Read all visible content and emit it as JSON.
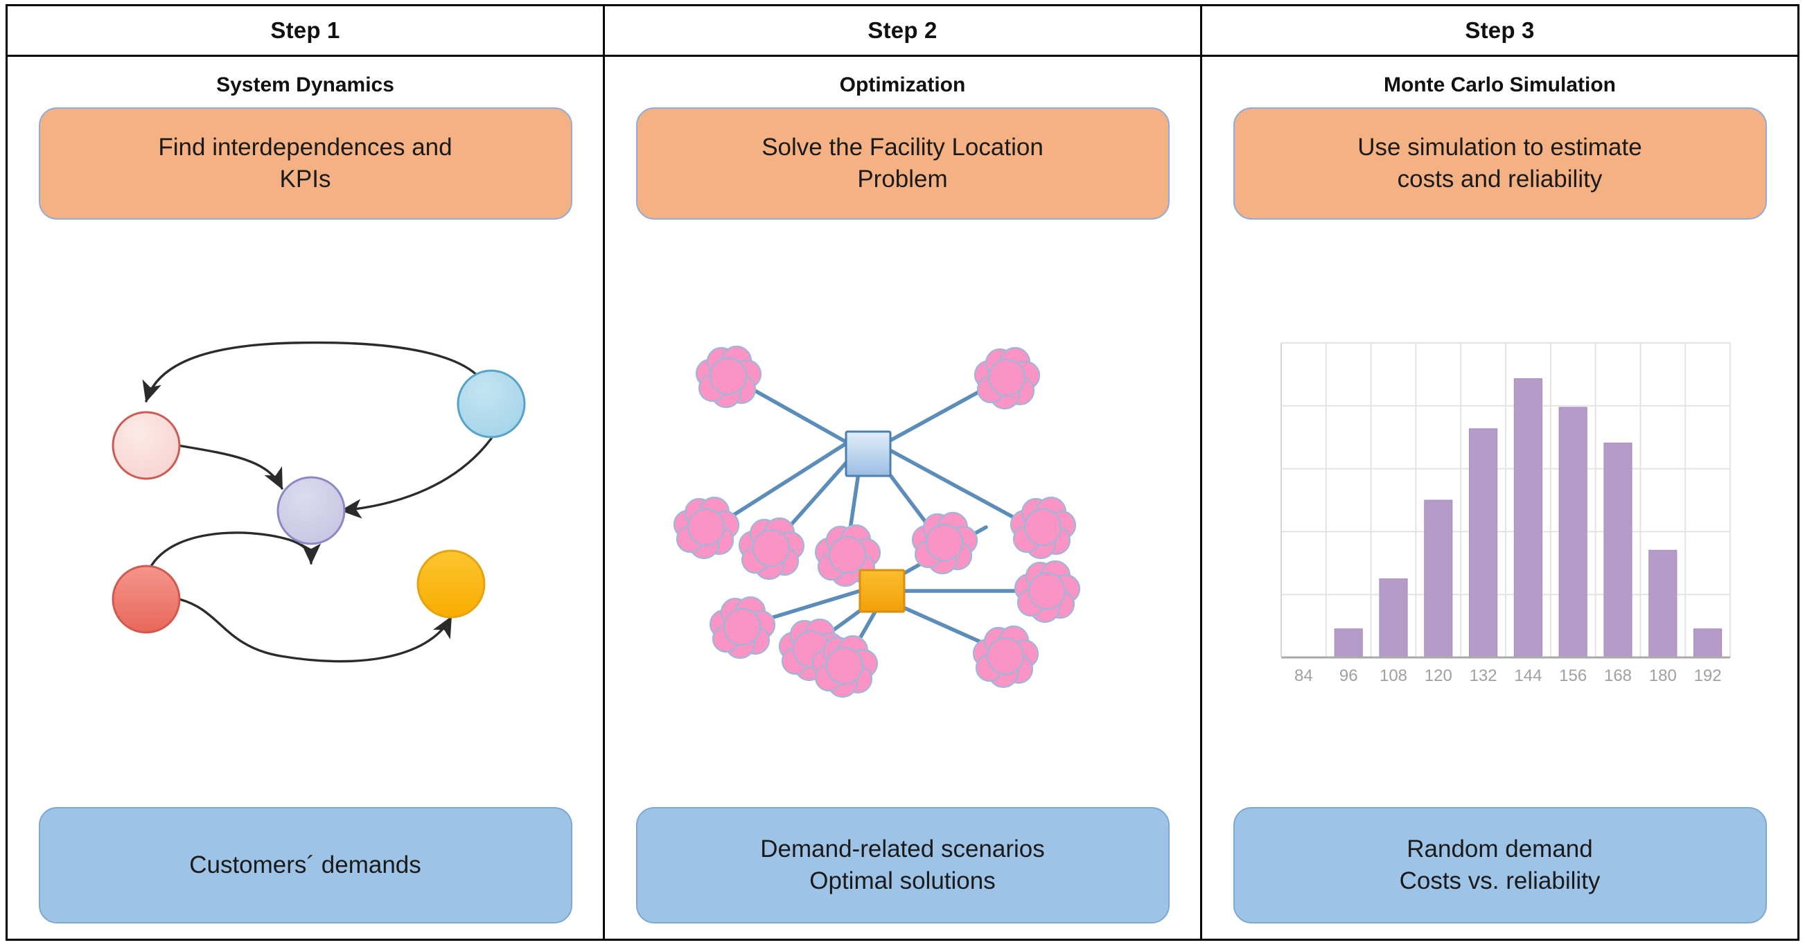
{
  "columns": [
    {
      "step_label": "Step 1",
      "subtitle": "System Dynamics",
      "top_box": {
        "line1": "Find interdependences and",
        "line2": "KPIs"
      },
      "bottom_box": {
        "line1": "Customers´ demands",
        "line2": ""
      },
      "figure": "system-dynamics-causal-loop-diagram"
    },
    {
      "step_label": "Step 2",
      "subtitle": "Optimization",
      "top_box": {
        "line1": "Solve the Facility Location",
        "line2": "Problem"
      },
      "bottom_box": {
        "line1": "Demand-related scenarios",
        "line2": "Optimal solutions"
      },
      "figure": "facility-location-network-diagram"
    },
    {
      "step_label": "Step 3",
      "subtitle": "Monte Carlo Simulation",
      "top_box": {
        "line1": "Use simulation to estimate",
        "line2": "costs and reliability"
      },
      "bottom_box": {
        "line1": "Random demand",
        "line2": "Costs vs. reliability"
      },
      "figure": "monte-carlo-histogram"
    }
  ],
  "chart_data": {
    "type": "bar",
    "title": "",
    "xlabel": "",
    "ylabel": "",
    "categories": [
      "84",
      "96",
      "108",
      "120",
      "132",
      "144",
      "156",
      "168",
      "180",
      "192"
    ],
    "values": [
      0,
      4,
      11,
      22,
      32,
      39,
      35,
      30,
      15,
      4
    ],
    "ylim": [
      0,
      44
    ],
    "grid": true,
    "legend": false,
    "bar_color": "#B49BC8"
  },
  "sd_diagram": {
    "nodes": [
      {
        "name": "pale-pink-node",
        "fill": "#F9D7D5",
        "stroke": "#CE5B53"
      },
      {
        "name": "salmon-node",
        "fill": "#EE7A6E",
        "stroke": "#D15A4E"
      },
      {
        "name": "lavender-node",
        "fill": "#CDCCE6",
        "stroke": "#8B88C4"
      },
      {
        "name": "light-blue-node",
        "fill": "#ADD8EB",
        "stroke": "#56A3C7"
      },
      {
        "name": "amber-node",
        "fill": "#FBB714",
        "stroke": "#E3A410"
      }
    ],
    "arrow_color": "#2B2B2B"
  },
  "flp_diagram": {
    "link_color": "#5B8DB8",
    "customer_color": "#F994C4",
    "customer_stroke": "#9FB6D8",
    "facility_blue_fill": "#BBD3EE",
    "facility_blue_stroke": "#4D7EB0",
    "facility_orange_fill": "#F5A81C",
    "facility_orange_stroke": "#D98E10",
    "customer_count": 12,
    "facility_count": 2
  },
  "palette": {
    "orange_box": "#F4B183",
    "blue_box": "#9DC3E6",
    "border": "#000000",
    "bar": "#B49BC8"
  }
}
